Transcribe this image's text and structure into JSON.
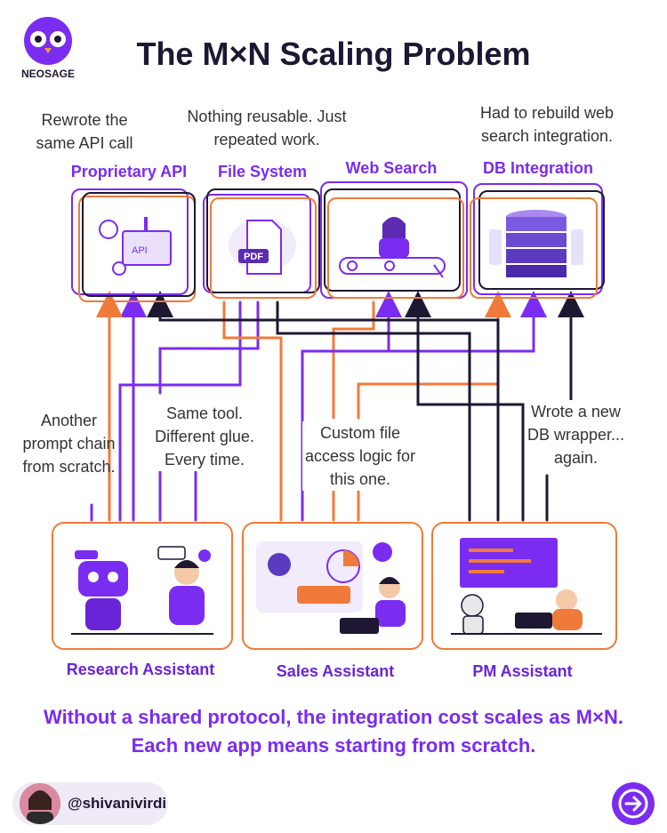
{
  "title": "The M×N Scaling Problem",
  "brand": {
    "name": "NEOSAGE"
  },
  "notes": {
    "top_left": "Rewrote the same API call",
    "top_middle": "Nothing reusable. Just repeated work.",
    "top_right": "Had to rebuild web search integration.",
    "mid_left": "Another prompt chain from scratch.",
    "mid_center_left": "Same tool. Different glue. Every time.",
    "mid_center_right": "Custom file access logic for this one.",
    "mid_right": "Wrote a new DB wrapper... again."
  },
  "tools": [
    {
      "label": "Proprietary API",
      "inner_text": "API"
    },
    {
      "label": "File System",
      "inner_text": "PDF"
    },
    {
      "label": "Web Search"
    },
    {
      "label": "DB Integration"
    }
  ],
  "apps": [
    {
      "label": "Research Assistant"
    },
    {
      "label": "Sales Assistant"
    },
    {
      "label": "PM Assistant"
    }
  ],
  "footer": {
    "line1": "Without a shared protocol, the integration cost scales as M×N.",
    "line2": "Each new app means starting from scratch."
  },
  "author": {
    "handle": "@shivanivirdi"
  },
  "colors": {
    "purple": "#7a2cf0",
    "orange": "#f07a3a",
    "dark": "#1e1732"
  }
}
